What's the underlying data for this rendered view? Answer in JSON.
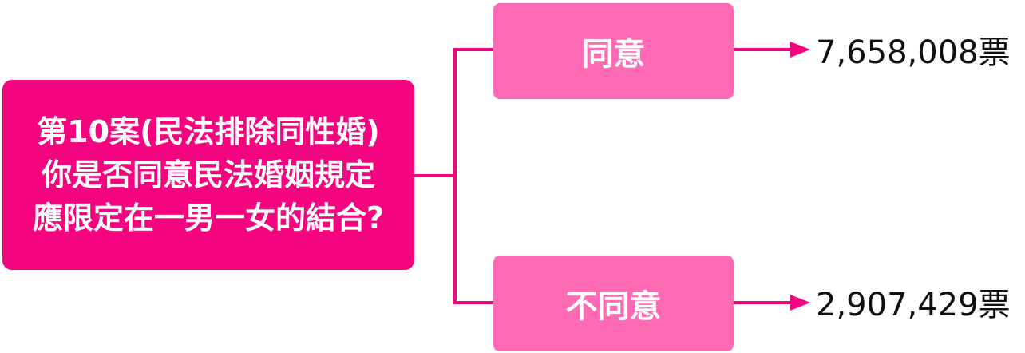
{
  "colors": {
    "question_bg": "#f5047f",
    "option_bg": "#ff6ab5",
    "connector": "#f5047f",
    "result_text": "#111111"
  },
  "question": {
    "lines": [
      "第10案(民法排除同性婚)",
      "你是否同意民法婚姻規定",
      "應限定在一男一女的結合?"
    ]
  },
  "options": [
    {
      "label": "同意",
      "result": "7,658,008票"
    },
    {
      "label": "不同意",
      "result": "2,907,429票"
    }
  ]
}
